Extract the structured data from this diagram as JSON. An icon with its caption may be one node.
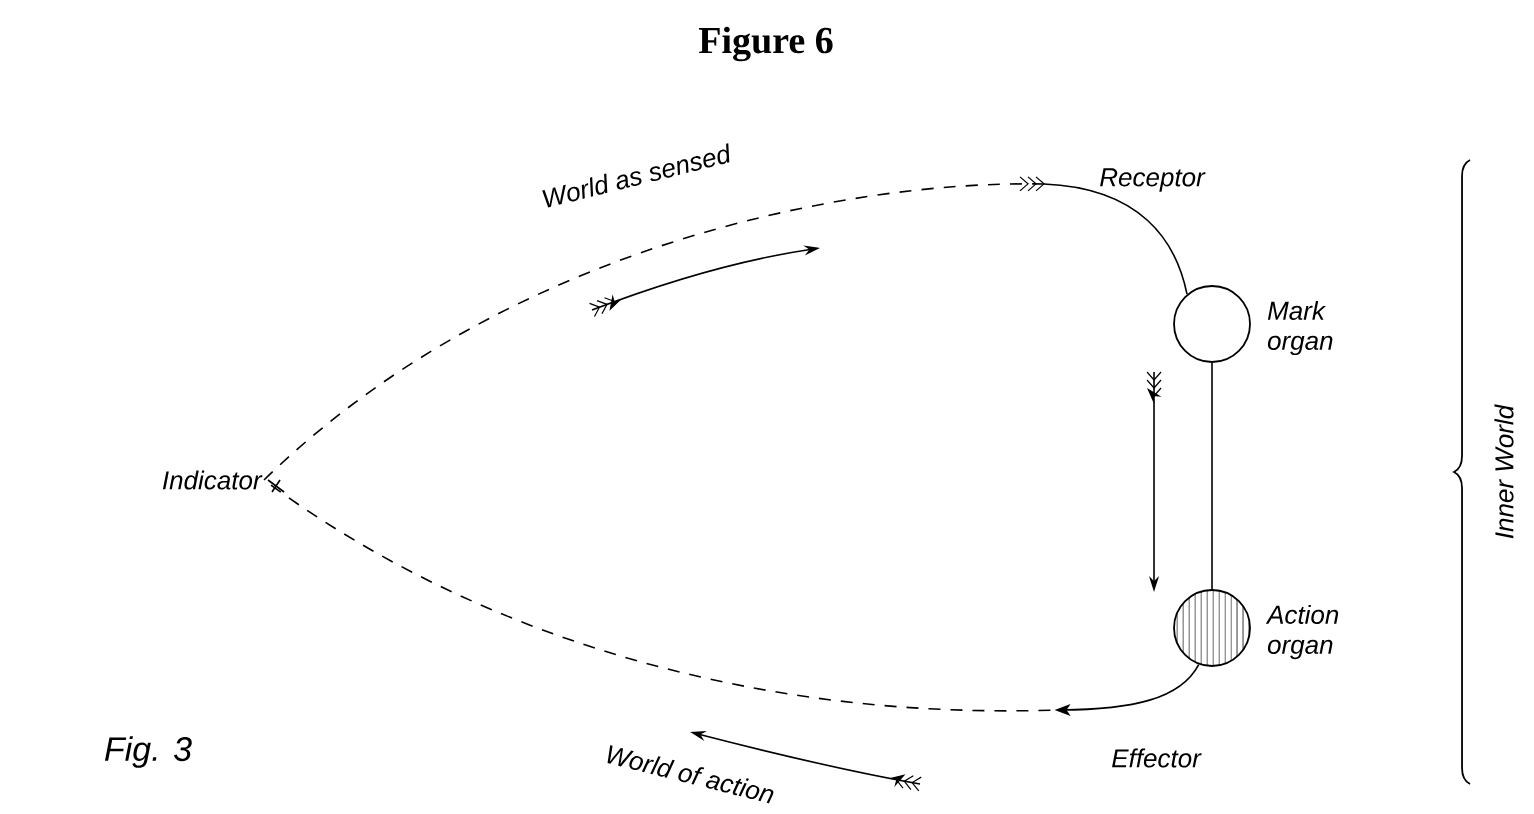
{
  "diagram": {
    "title": "Figure 6",
    "nodes": [
      {
        "text": [
          "Indicator"
        ]
      },
      {
        "text": [
          "Mark organ"
        ]
      },
      {
        "text": [
          "Action organ"
        ]
      }
    ],
    "edges": [
      {
        "from": 0,
        "to": 1,
        "arrow": "to",
        "style": "dashed"
      },
      {
        "from": 1,
        "to": 2,
        "arrow": "none"
      },
      {
        "from": 2,
        "to": 0,
        "arrow": "to",
        "style": "dashed"
      }
    ],
    "labels": [
      "World as sensed",
      "Receptor",
      "Inner World",
      "Effector",
      "World of action",
      "Fig. 3"
    ]
  }
}
